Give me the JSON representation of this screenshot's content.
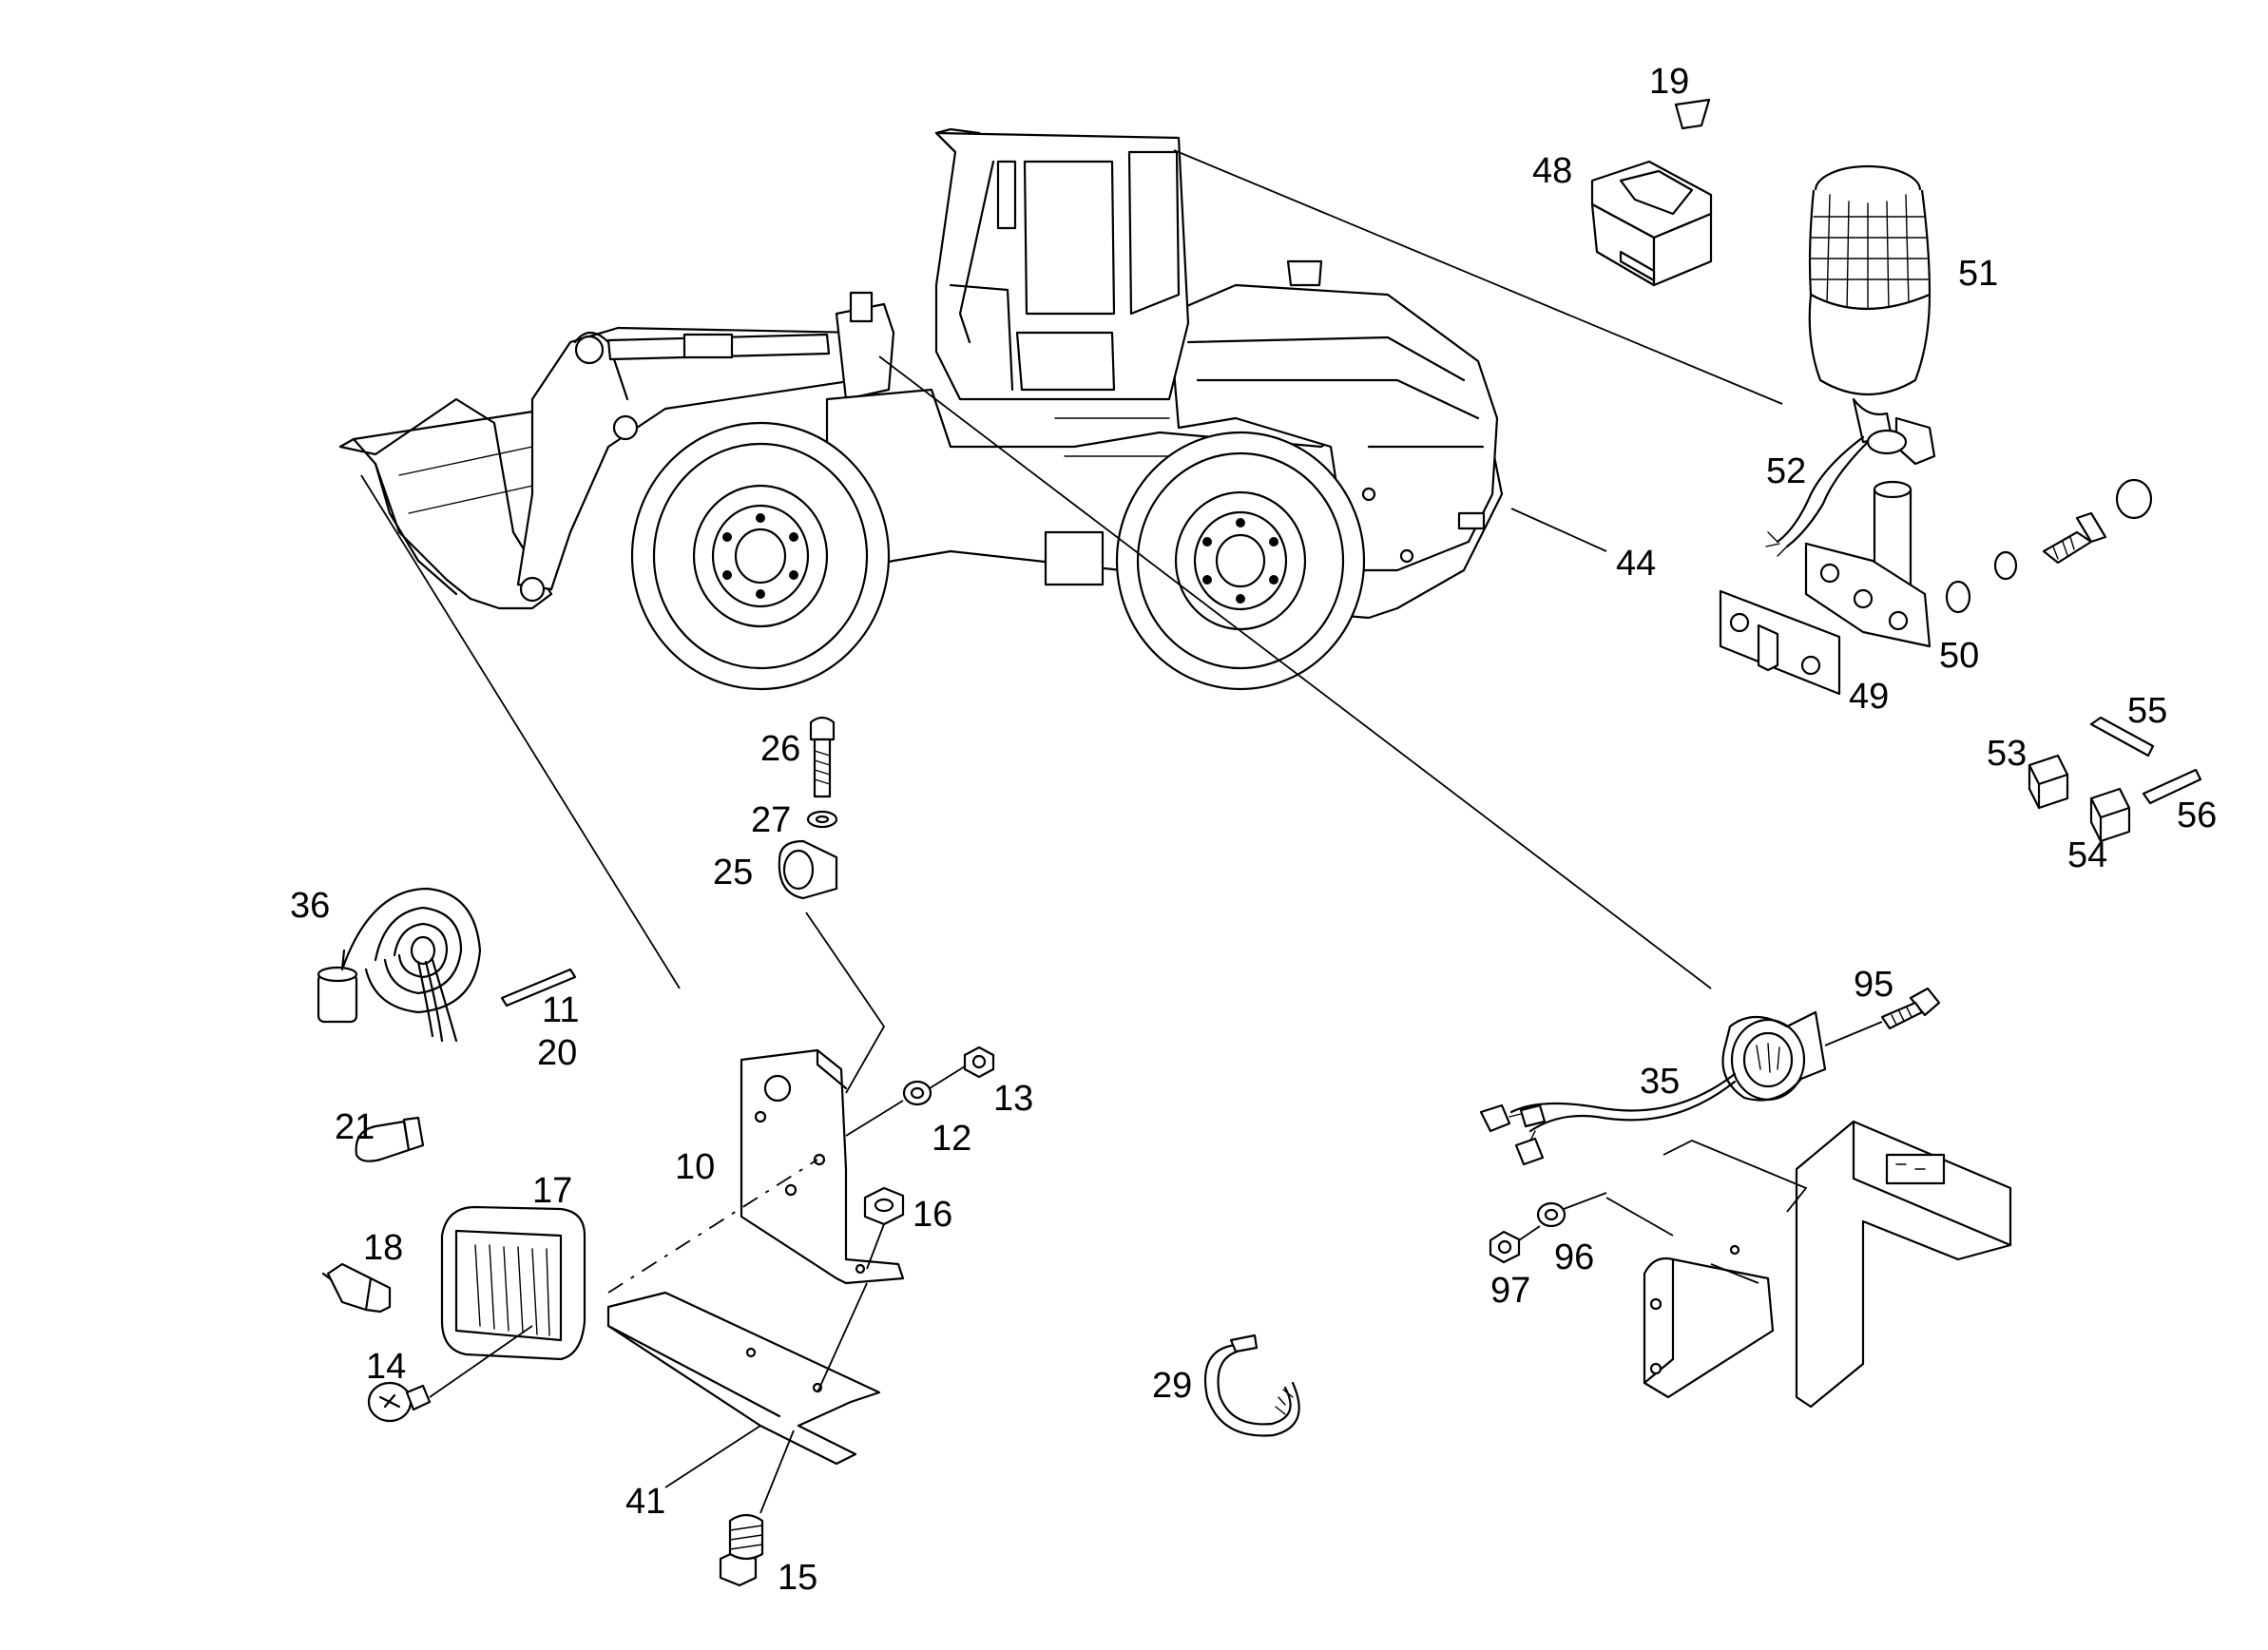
{
  "callouts": [
    {
      "id": "c19",
      "label": "19"
    },
    {
      "id": "c48",
      "label": "48"
    },
    {
      "id": "c51",
      "label": "51"
    },
    {
      "id": "c52",
      "label": "52"
    },
    {
      "id": "c44",
      "label": "44"
    },
    {
      "id": "c50",
      "label": "50"
    },
    {
      "id": "c49",
      "label": "49"
    },
    {
      "id": "c55",
      "label": "55"
    },
    {
      "id": "c53",
      "label": "53"
    },
    {
      "id": "c56",
      "label": "56"
    },
    {
      "id": "c54",
      "label": "54"
    },
    {
      "id": "c26",
      "label": "26"
    },
    {
      "id": "c27",
      "label": "27"
    },
    {
      "id": "c25",
      "label": "25"
    },
    {
      "id": "c36",
      "label": "36"
    },
    {
      "id": "c11",
      "label": "11"
    },
    {
      "id": "c20",
      "label": "20"
    },
    {
      "id": "c95",
      "label": "95"
    },
    {
      "id": "c35",
      "label": "35"
    },
    {
      "id": "c13",
      "label": "13"
    },
    {
      "id": "c12",
      "label": "12"
    },
    {
      "id": "c21",
      "label": "21"
    },
    {
      "id": "c10",
      "label": "10"
    },
    {
      "id": "c17",
      "label": "17"
    },
    {
      "id": "c16",
      "label": "16"
    },
    {
      "id": "c18",
      "label": "18"
    },
    {
      "id": "c96",
      "label": "96"
    },
    {
      "id": "c97",
      "label": "97"
    },
    {
      "id": "c14",
      "label": "14"
    },
    {
      "id": "c29",
      "label": "29"
    },
    {
      "id": "c41",
      "label": "41"
    },
    {
      "id": "c15",
      "label": "15"
    }
  ]
}
